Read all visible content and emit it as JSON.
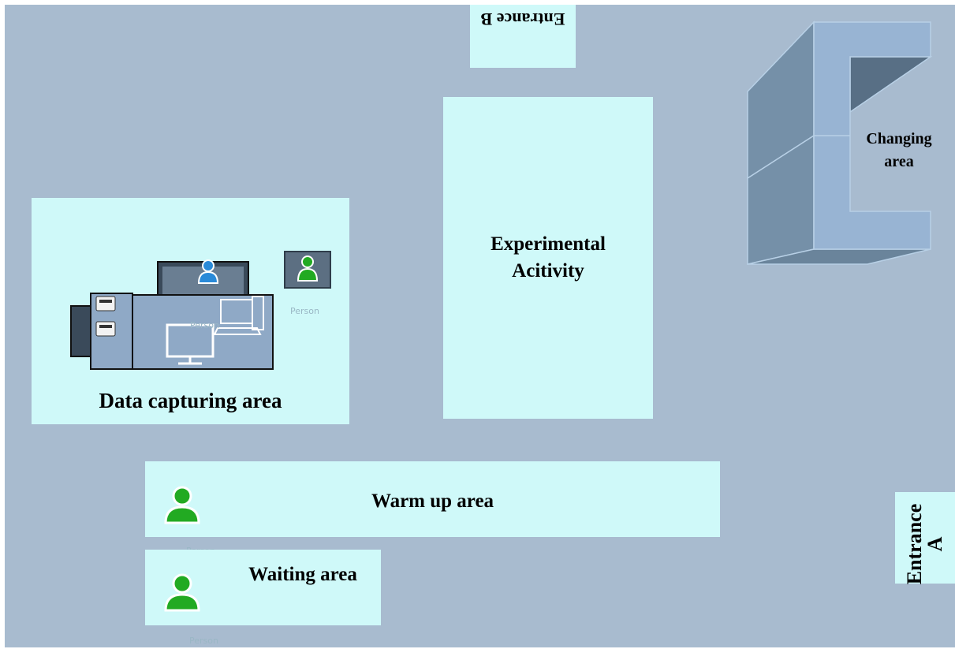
{
  "diagram": {
    "zones": {
      "entrance_b": "Entrance B",
      "experimental": "Experimental Acitivity",
      "changing": "Changing area",
      "data_capturing": "Data capturing area",
      "warm_up": "Warm up area",
      "waiting": "Waiting area",
      "entrance_a": "Entrance A"
    },
    "person_label": "Person"
  },
  "colors": {
    "floor": "#a8bbcf",
    "zone_fill": "#cff9f9",
    "desk": "#8fa9c6",
    "person_green": "#22aa22",
    "person_blue": "#2a8ad8"
  }
}
